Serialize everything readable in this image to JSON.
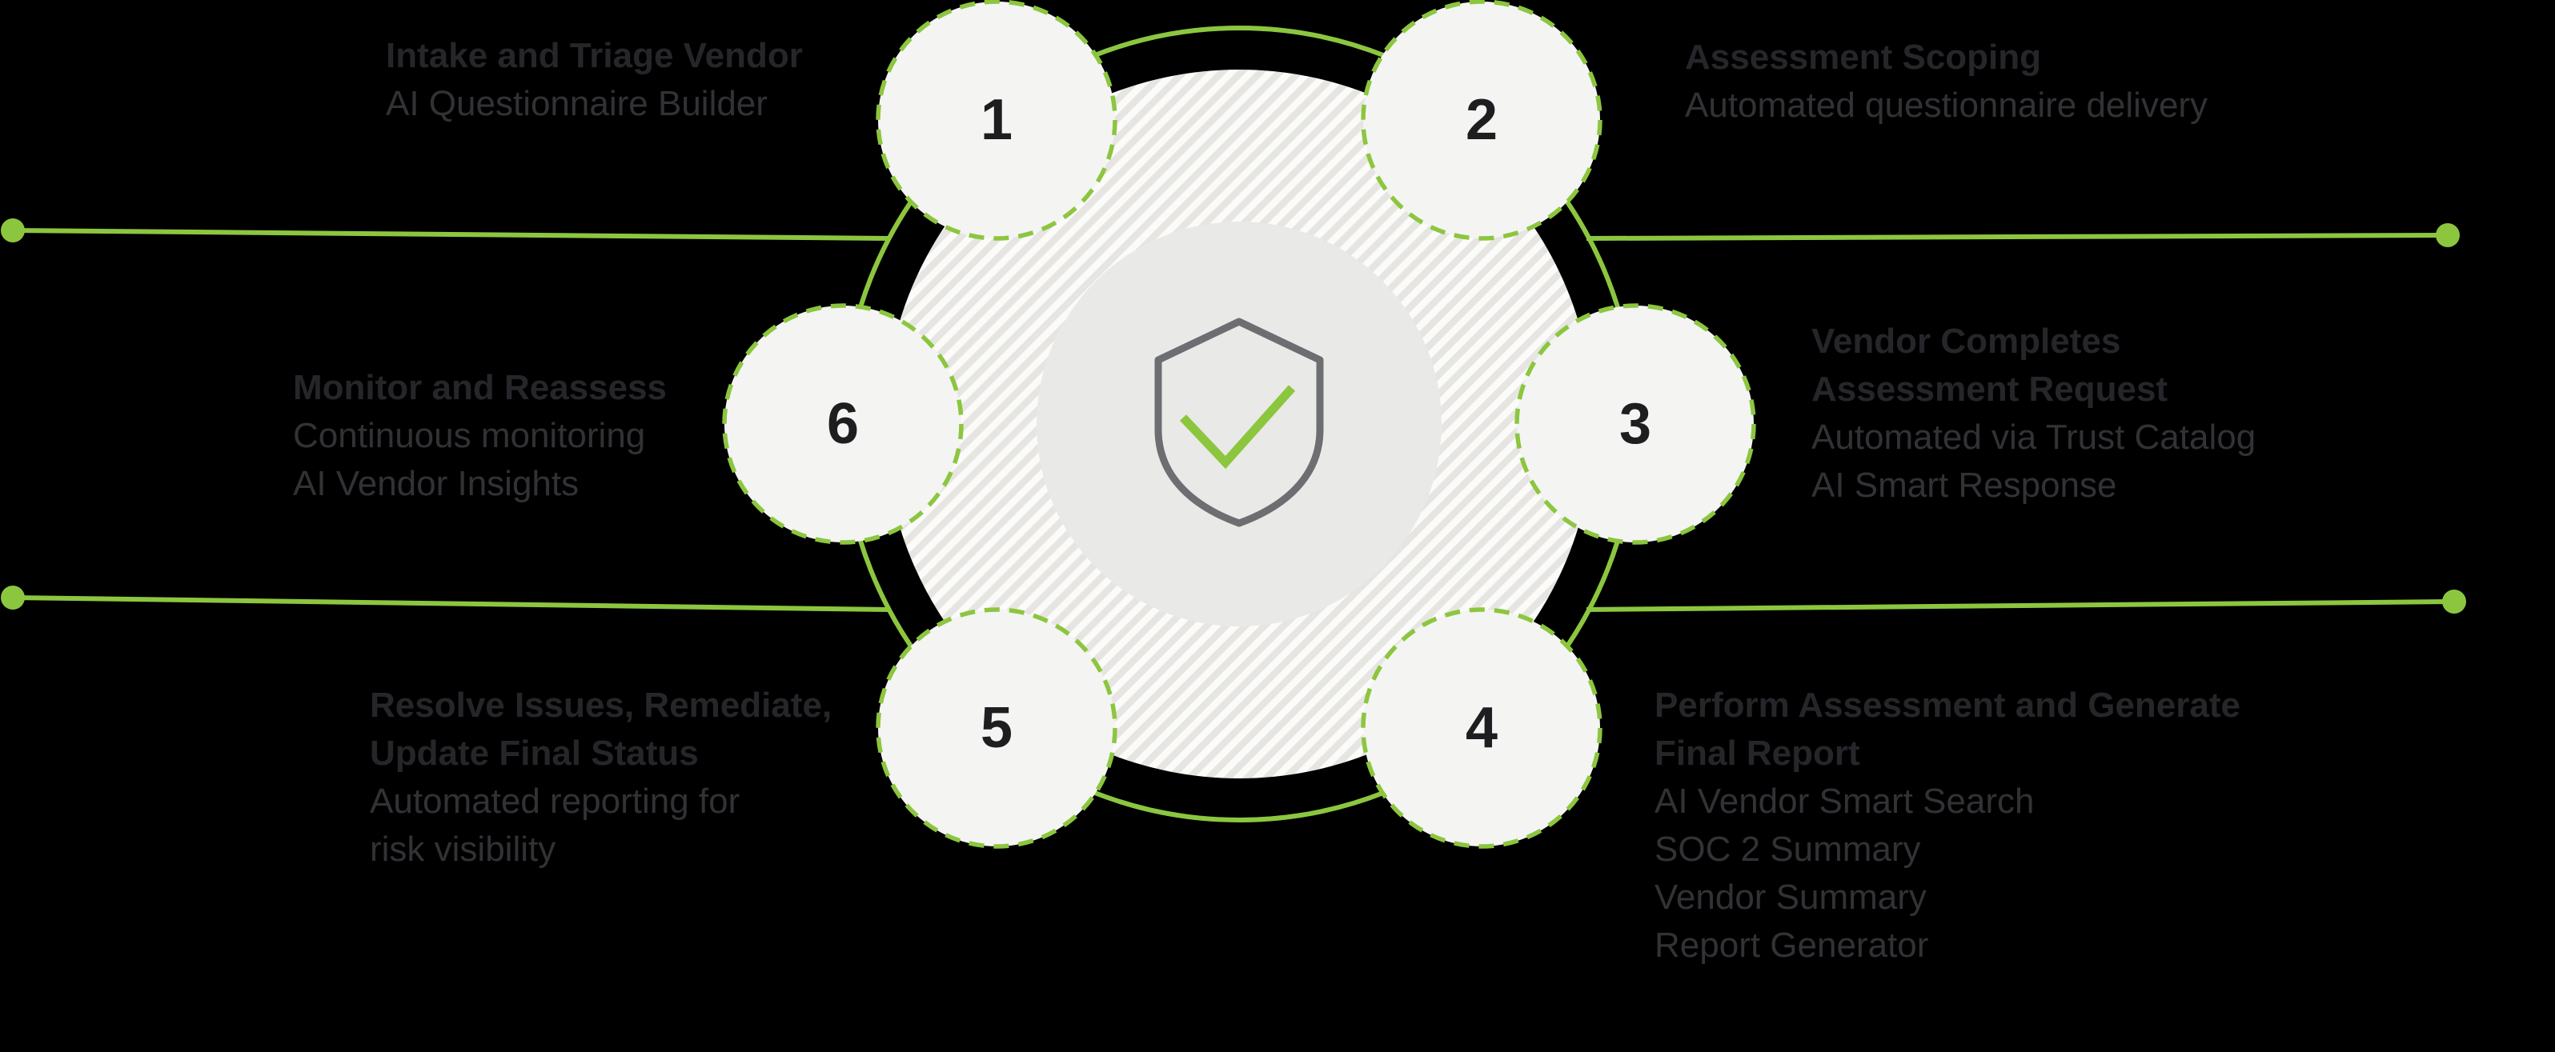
{
  "diagram_title": "vendor-risk-assessment-lifecycle",
  "colors": {
    "background": "#000000",
    "accent_green": "#8CC63F",
    "circle_fill": "#F4F4F3",
    "hatch_background": "#FBFBFA",
    "hatch_stripe": "#E7E5E1",
    "inner_circle_fill": "#E9E9E8",
    "shield_stroke": "#6D6E71",
    "number_color": "#1E1E21",
    "title_text": "#26262A",
    "body_text": "#323236"
  },
  "center_icon": "shield-check-icon",
  "steps": [
    {
      "number": "1",
      "title_lines": [
        "Intake and Triage Vendor"
      ],
      "body_lines": [
        "AI Questionnaire Builder"
      ]
    },
    {
      "number": "2",
      "title_lines": [
        "Assessment Scoping"
      ],
      "body_lines": [
        "Automated questionnaire delivery"
      ]
    },
    {
      "number": "3",
      "title_lines": [
        "Vendor Completes",
        "Assessment Request"
      ],
      "body_lines": [
        "Automated via Trust Catalog",
        "AI Smart Response"
      ]
    },
    {
      "number": "4",
      "title_lines": [
        "Perform Assessment and Generate",
        "Final Report"
      ],
      "body_lines": [
        "AI Vendor Smart Search",
        "SOC 2 Summary",
        "Vendor Summary",
        "Report Generator"
      ]
    },
    {
      "number": "5",
      "title_lines": [
        "Resolve Issues, Remediate,",
        "Update Final Status"
      ],
      "body_lines": [
        "Automated reporting for",
        "risk visibility"
      ]
    },
    {
      "number": "6",
      "title_lines": [
        "Monitor and Reassess"
      ],
      "body_lines": [
        "Continuous monitoring",
        "AI Vendor Insights"
      ]
    }
  ]
}
